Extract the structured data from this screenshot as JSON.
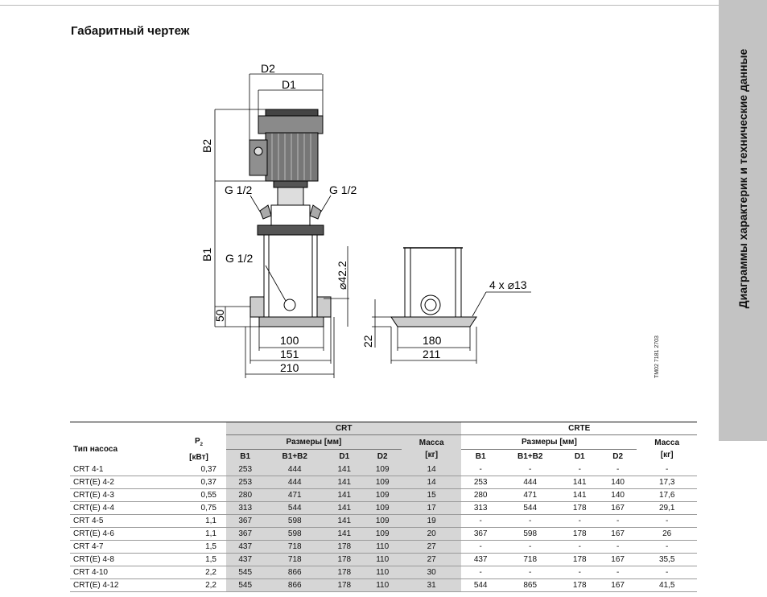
{
  "page": {
    "title": "Габаритный чертеж",
    "side_tab": "Диаграммы характерик и технические данные",
    "drawing_code": "TM02 7181 2703"
  },
  "drawing": {
    "dims": {
      "d2": "D2",
      "d1": "D1",
      "b2": "B2",
      "b1": "B1",
      "g_left": "G 1/2",
      "g_right": "G 1/2",
      "g_low": "G 1/2",
      "d42": "⌀42.2",
      "h50": "50",
      "w100": "100",
      "w151": "151",
      "w210": "210",
      "h22": "22",
      "w180": "180",
      "w211": "211",
      "holes": "4 x ⌀13"
    }
  },
  "table": {
    "groups": {
      "crt": "CRT",
      "crte": "CRTE"
    },
    "type_label": "Тип насоса",
    "power_label": "P",
    "power_sub": "2",
    "power_unit": "[кВт]",
    "sizes_label": "Размеры [мм]",
    "mass_label": "Масса",
    "mass_unit": "[кг]",
    "columns": [
      "B1",
      "B1+B2",
      "D1",
      "D2"
    ],
    "rows": [
      {
        "type": "CRT 4-1",
        "p": "0,37",
        "b1": "253",
        "b12": "444",
        "d1": "141",
        "d2": "109",
        "m": "14",
        "eb1": "-",
        "eb12": "-",
        "ed1": "-",
        "ed2": "-",
        "em": "-"
      },
      {
        "type": "CRT(E) 4-2",
        "p": "0,37",
        "b1": "253",
        "b12": "444",
        "d1": "141",
        "d2": "109",
        "m": "14",
        "eb1": "253",
        "eb12": "444",
        "ed1": "141",
        "ed2": "140",
        "em": "17,3"
      },
      {
        "type": "CRT(E) 4-3",
        "p": "0,55",
        "b1": "280",
        "b12": "471",
        "d1": "141",
        "d2": "109",
        "m": "15",
        "eb1": "280",
        "eb12": "471",
        "ed1": "141",
        "ed2": "140",
        "em": "17,6"
      },
      {
        "type": "CRT(E) 4-4",
        "p": "0,75",
        "b1": "313",
        "b12": "544",
        "d1": "141",
        "d2": "109",
        "m": "17",
        "eb1": "313",
        "eb12": "544",
        "ed1": "178",
        "ed2": "167",
        "em": "29,1"
      },
      {
        "type": "CRT 4-5",
        "p": "1,1",
        "b1": "367",
        "b12": "598",
        "d1": "141",
        "d2": "109",
        "m": "19",
        "eb1": "-",
        "eb12": "-",
        "ed1": "-",
        "ed2": "-",
        "em": "-"
      },
      {
        "type": "CRT(E) 4-6",
        "p": "1,1",
        "b1": "367",
        "b12": "598",
        "d1": "141",
        "d2": "109",
        "m": "20",
        "eb1": "367",
        "eb12": "598",
        "ed1": "178",
        "ed2": "167",
        "em": "26"
      },
      {
        "type": "CRT 4-7",
        "p": "1,5",
        "b1": "437",
        "b12": "718",
        "d1": "178",
        "d2": "110",
        "m": "27",
        "eb1": "-",
        "eb12": "-",
        "ed1": "-",
        "ed2": "-",
        "em": "-"
      },
      {
        "type": "CRT(E) 4-8",
        "p": "1,5",
        "b1": "437",
        "b12": "718",
        "d1": "178",
        "d2": "110",
        "m": "27",
        "eb1": "437",
        "eb12": "718",
        "ed1": "178",
        "ed2": "167",
        "em": "35,5"
      },
      {
        "type": "CRT 4-10",
        "p": "2,2",
        "b1": "545",
        "b12": "866",
        "d1": "178",
        "d2": "110",
        "m": "30",
        "eb1": "-",
        "eb12": "-",
        "ed1": "-",
        "ed2": "-",
        "em": "-"
      },
      {
        "type": "CRT(E) 4-12",
        "p": "2,2",
        "b1": "545",
        "b12": "866",
        "d1": "178",
        "d2": "110",
        "m": "31",
        "eb1": "544",
        "eb12": "865",
        "ed1": "178",
        "ed2": "167",
        "em": "41,5"
      }
    ]
  }
}
